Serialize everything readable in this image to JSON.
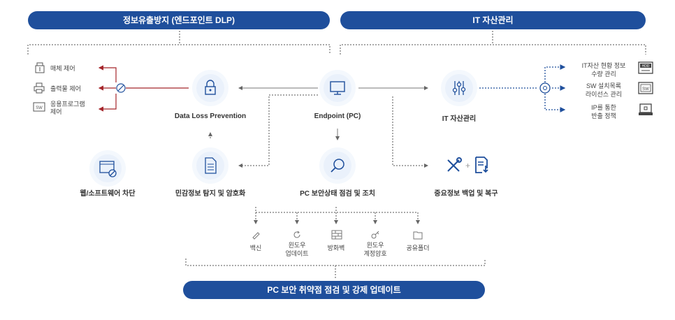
{
  "banners": {
    "dlp": "정보유출방지 (엔드포인트 DLP)",
    "it": "IT 자산관리",
    "pc": "PC 보안 취약점 점검 및 강제 업데이트"
  },
  "nodes": {
    "dlp": "Data Loss Prevention",
    "endpoint": "Endpoint (PC)",
    "it_asset": "IT 자산관리",
    "web_block": "웹/소프트웨어 차단",
    "sensitive": "민감정보 탐지 및 암호화",
    "pc_check": "PC 보안상태 점검 및 조치",
    "backup": "중요정보 백업 및 복구"
  },
  "media_controls": [
    {
      "label": "매체 제어",
      "icon": "usb-icon"
    },
    {
      "label": "출력물 제어",
      "icon": "printer-icon"
    },
    {
      "label": "응용프로그램\n제어",
      "icon": "sw-icon"
    }
  ],
  "it_items": [
    {
      "label": "IT자산 현황 정보\n수량 관리",
      "icon": "hdd-icon"
    },
    {
      "label": "SW 설치목록\n라이선스 관리",
      "icon": "sw-icon"
    },
    {
      "label": "IP를 통한\n반출 정책",
      "icon": "monitor-icon"
    }
  ],
  "pc_items": [
    {
      "label": "백신",
      "icon": "vaccine-icon"
    },
    {
      "label": "윈도우\n업데이트",
      "icon": "refresh-icon"
    },
    {
      "label": "방화벽",
      "icon": "firewall-icon"
    },
    {
      "label": "윈도우\n계정암호",
      "icon": "key-icon"
    },
    {
      "label": "공유폴더",
      "icon": "folder-icon"
    }
  ],
  "badges": {
    "hdd": "HDD",
    "sw": "SW"
  },
  "colors": {
    "brand": "#1f4f9c",
    "red": "#a5262b",
    "line": "#777777"
  }
}
